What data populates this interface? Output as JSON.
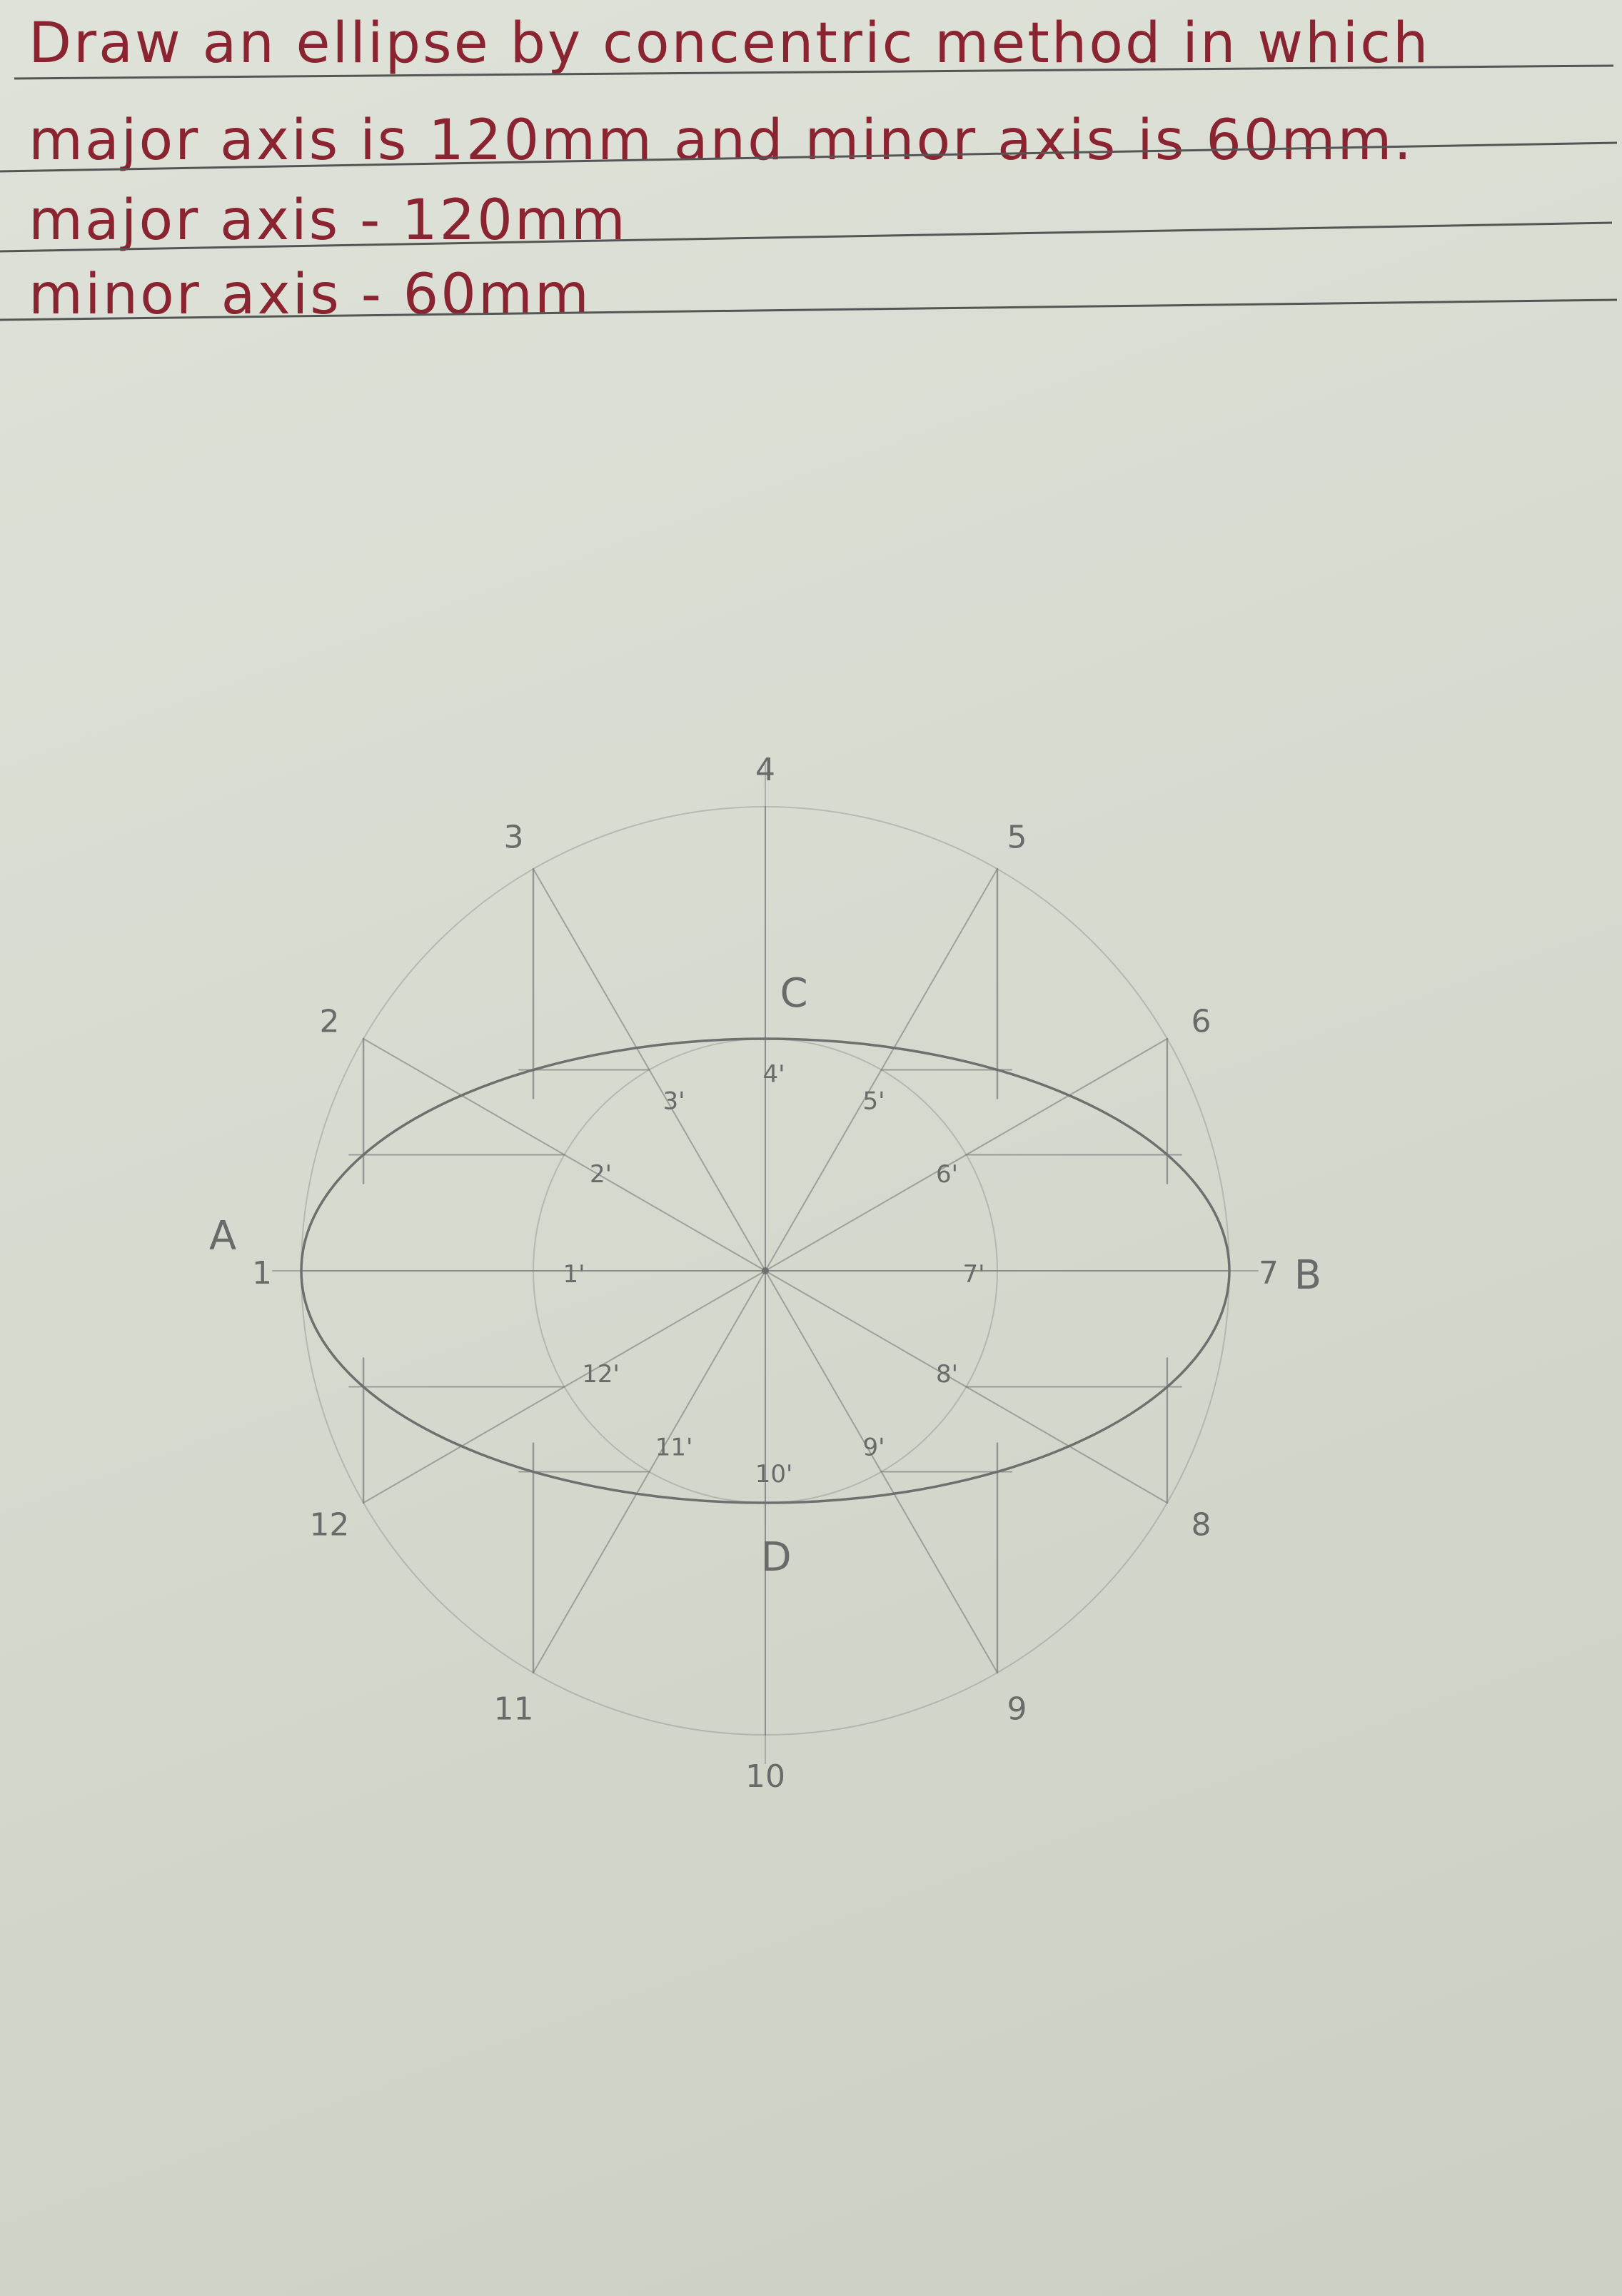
{
  "header": {
    "line1": "Draw an ellipse by concentric method in which",
    "line2": "major axis is 120mm and minor axis is 60mm.",
    "line3": "major axis - 120mm",
    "line4": "minor axis - 60mm"
  },
  "labels": {
    "A": "A",
    "B": "B",
    "C": "C",
    "D": "D",
    "outer": [
      "1",
      "2",
      "3",
      "4",
      "5",
      "6",
      "7",
      "8",
      "9",
      "10",
      "11",
      "12"
    ],
    "inner": [
      "1'",
      "2'",
      "3'",
      "4'",
      "5'",
      "6'",
      "7'",
      "8'",
      "9'",
      "10'",
      "11'",
      "12'"
    ]
  },
  "colors": {
    "ink": "#8a2431",
    "pencil": "#7a7a7a",
    "paper": "#d8dbd1"
  }
}
